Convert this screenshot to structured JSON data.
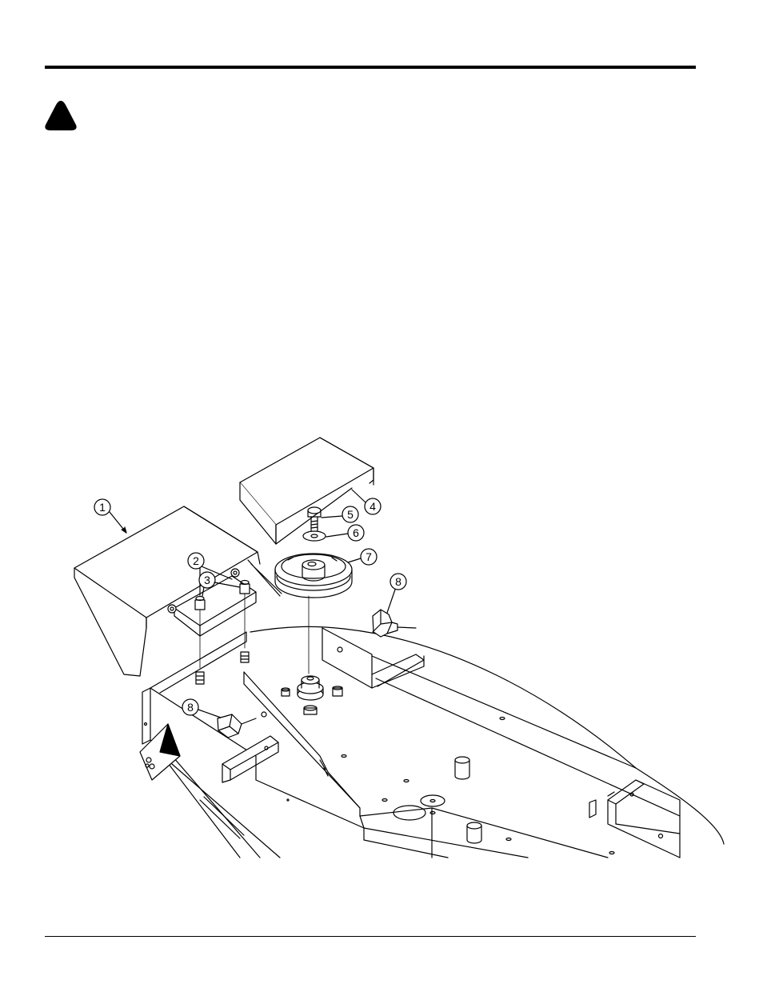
{
  "callouts": [
    {
      "id": "c1",
      "label": "1"
    },
    {
      "id": "c2",
      "label": "2"
    },
    {
      "id": "c3",
      "label": "3"
    },
    {
      "id": "c4",
      "label": "4"
    },
    {
      "id": "c5",
      "label": "5"
    },
    {
      "id": "c6",
      "label": "6"
    },
    {
      "id": "c7",
      "label": "7"
    },
    {
      "id": "c8a",
      "label": "8"
    },
    {
      "id": "c8b",
      "label": "8"
    }
  ],
  "colors": {
    "ink": "#000000",
    "paper": "#ffffff"
  },
  "icons": {
    "warning": "warning-triangle-icon"
  }
}
